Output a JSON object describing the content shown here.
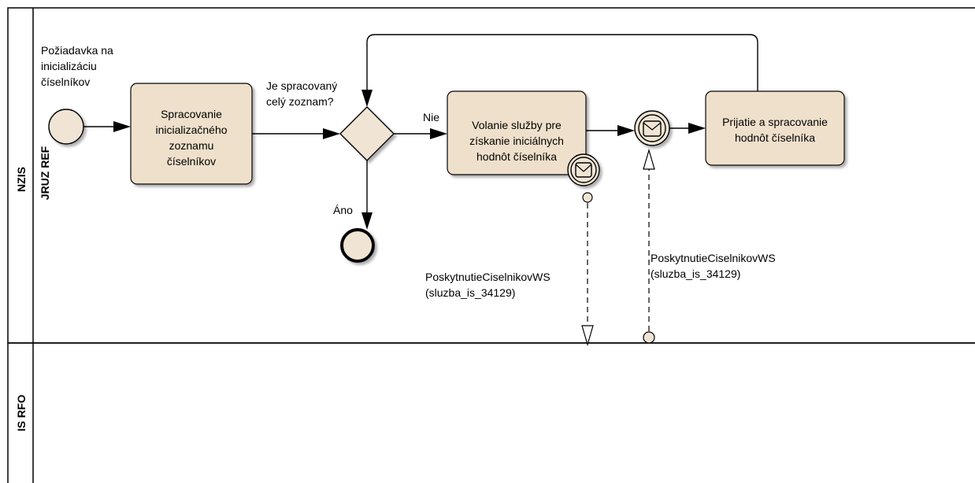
{
  "pools": [
    {
      "name": "NZIS",
      "lane": "JRUZ REF"
    },
    {
      "name": "IS RFO"
    }
  ],
  "start_event": {
    "label": [
      "Požiadavka na",
      "inicializáciu",
      "číselníkov"
    ]
  },
  "tasks": [
    {
      "id": "task1",
      "lines": [
        "Spracovanie",
        "inicializačného",
        "zoznamu",
        "číselníkov"
      ]
    },
    {
      "id": "task2",
      "lines": [
        "Volanie služby pre",
        "získanie iniciálnych",
        "hodnôt číselníka"
      ]
    },
    {
      "id": "task3",
      "lines": [
        "Prijatie a spracovanie",
        "hodnôt číselníka"
      ]
    }
  ],
  "gateway": {
    "question": [
      "Je spracovaný",
      "celý zoznam?"
    ],
    "no_label": "Nie",
    "yes_label": "Áno"
  },
  "messages": [
    {
      "lines": [
        "PoskytnutieCiselnikovWS",
        "(sluzba_is_34129)"
      ]
    },
    {
      "lines": [
        "PoskytnutieCiselnikovWS",
        "(sluzba_is_34129)"
      ]
    }
  ]
}
